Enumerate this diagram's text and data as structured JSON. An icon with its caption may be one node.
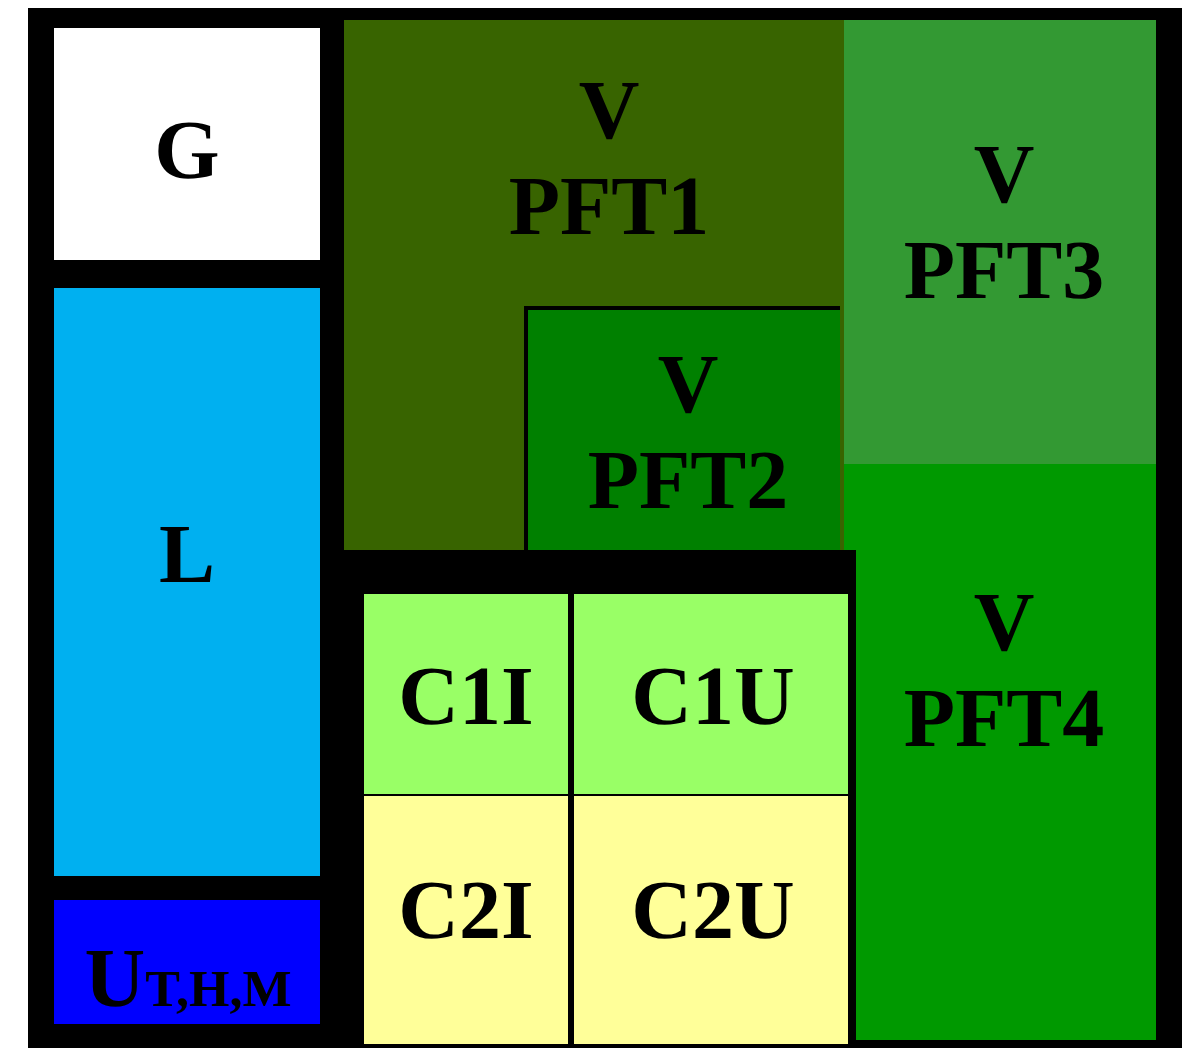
{
  "diagram": {
    "nodes": [
      {
        "text": [
          "G"
        ]
      },
      {
        "text": [
          "L"
        ]
      },
      {
        "text": [
          "U$_{T,H,M}$"
        ]
      },
      {
        "text": [
          "V PFT1"
        ]
      },
      {
        "text": [
          "V PFT2"
        ],
        "in": 3
      },
      {
        "text": [
          "V PFT3"
        ]
      },
      {
        "text": [
          "V PFT4"
        ]
      },
      {
        "text": [],
        "shape": "box"
      },
      {
        "text": [
          "C1I"
        ],
        "in": 7
      },
      {
        "text": [
          "C1U"
        ],
        "in": 7
      },
      {
        "text": [
          "C2I"
        ],
        "in": 7
      },
      {
        "text": [
          "C2U"
        ],
        "in": 7
      }
    ]
  }
}
